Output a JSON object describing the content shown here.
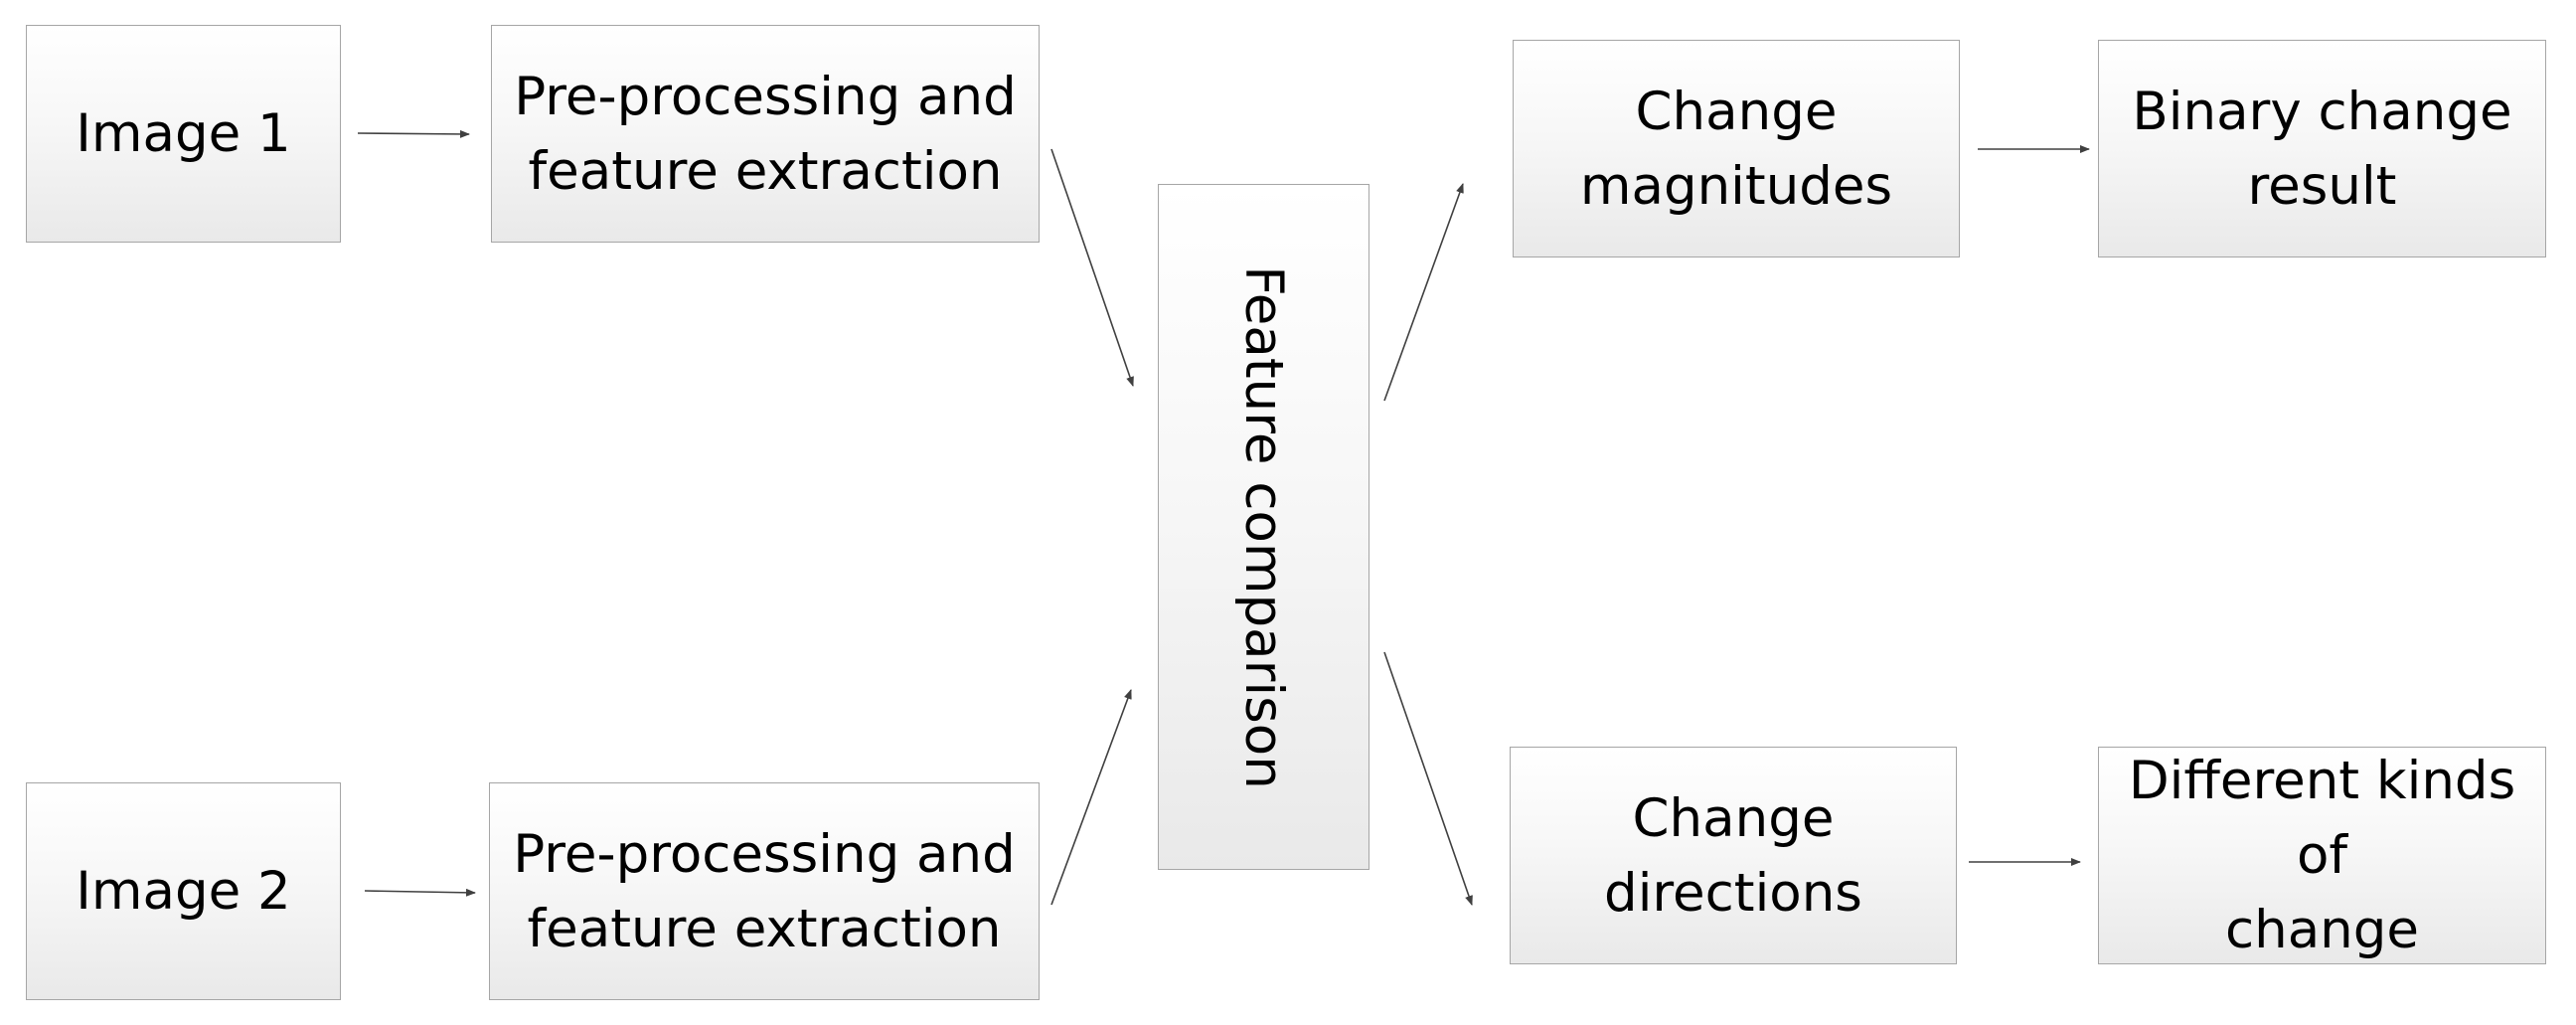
{
  "diagram": {
    "nodes": {
      "image1": "Image 1",
      "image2": "Image 2",
      "preprocess1": "Pre-processing and\nfeature extraction",
      "preprocess2": "Pre-processing and\nfeature extraction",
      "comparison": "Feature comparison",
      "magnitudes": "Change\nmagnitudes",
      "directions": "Change\ndirections",
      "binary_result": "Binary change\nresult",
      "kinds_of_change": "Different kinds of\nchange"
    },
    "edges": [
      {
        "from": "image1",
        "to": "preprocess1"
      },
      {
        "from": "image2",
        "to": "preprocess2"
      },
      {
        "from": "preprocess1",
        "to": "comparison"
      },
      {
        "from": "preprocess2",
        "to": "comparison"
      },
      {
        "from": "comparison",
        "to": "magnitudes"
      },
      {
        "from": "comparison",
        "to": "directions"
      },
      {
        "from": "magnitudes",
        "to": "binary_result"
      },
      {
        "from": "directions",
        "to": "kinds_of_change"
      }
    ],
    "colors": {
      "box_border": "#a6a6a6",
      "box_fill_top": "#ffffff",
      "box_fill_bottom": "#e9e9e9",
      "arrow": "#404040",
      "text": "#000000"
    }
  }
}
